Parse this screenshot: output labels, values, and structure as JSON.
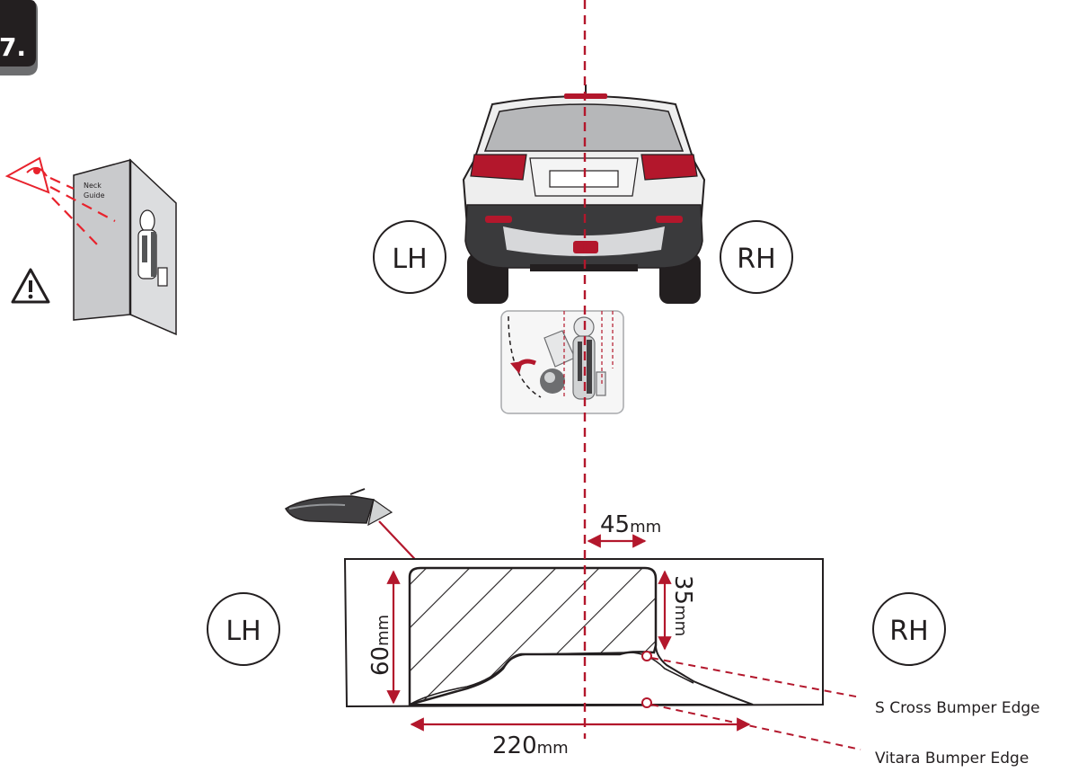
{
  "step": {
    "number": "7."
  },
  "guide_card": {
    "title_line1": "Neck",
    "title_line2": "Guide"
  },
  "top_view": {
    "left_label": "LH",
    "right_label": "RH"
  },
  "cutout": {
    "left_label": "LH",
    "right_label": "RH",
    "dim_45": {
      "value": "45",
      "unit": "mm"
    },
    "dim_35": {
      "value": "35",
      "unit": "mm"
    },
    "dim_60": {
      "value": "60",
      "unit": "mm"
    },
    "dim_220": {
      "value": "220",
      "unit": "mm"
    },
    "callout_s_cross": "S Cross Bumper Edge",
    "callout_vitara": "Vitara Bumper Edge"
  },
  "colors": {
    "accent_red": "#b3172c",
    "guide_red": "#e8222c",
    "badge_grey": "#6d6e70",
    "line_dark": "#231f20"
  },
  "icons": [
    "eye-icon",
    "warning-icon",
    "knife-icon",
    "car-rear-icon",
    "towbar-neck-icon"
  ]
}
